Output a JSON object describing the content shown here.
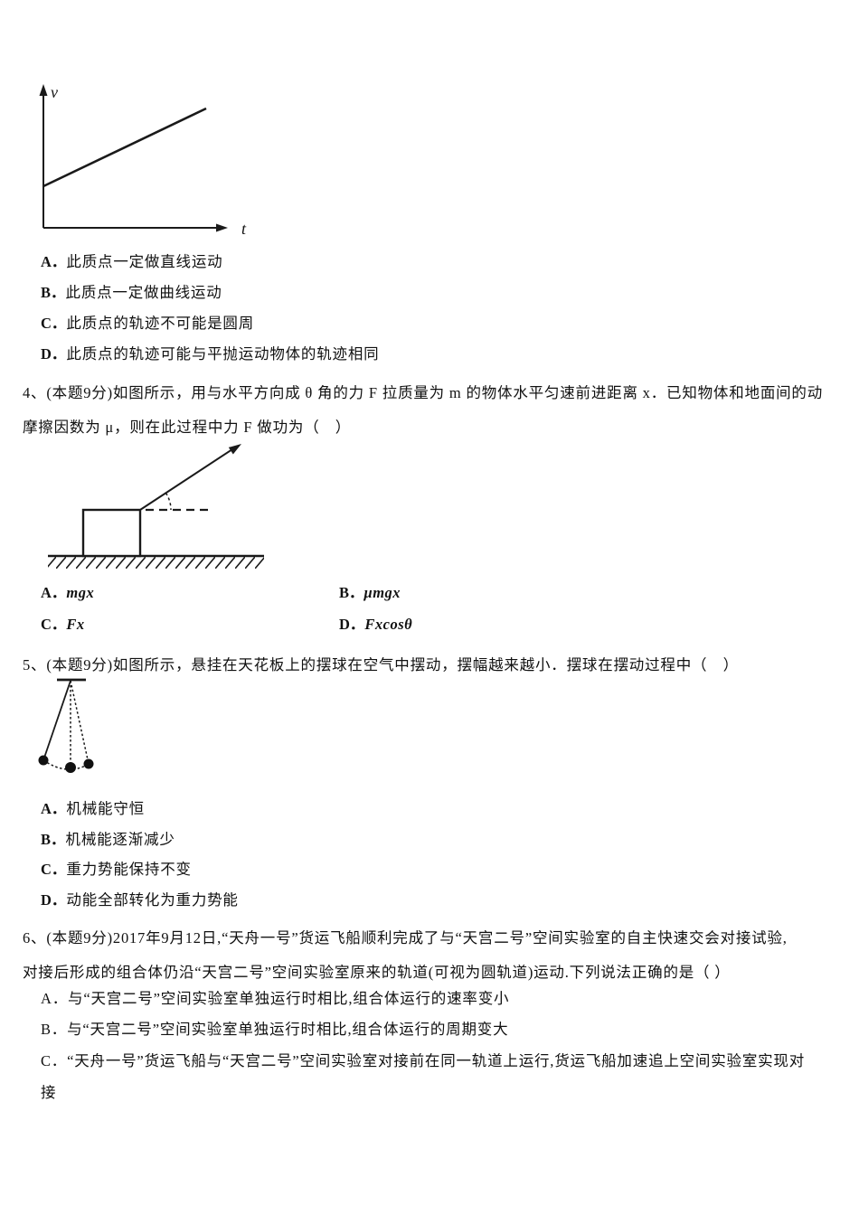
{
  "q3": {
    "figure": {
      "type": "line-graph",
      "y_axis_label": "v",
      "x_axis_label": "t",
      "description": "velocity-time graph: straight line starting above origin, rising linearly"
    },
    "options": [
      {
        "label": "A．",
        "text": "此质点一定做直线运动"
      },
      {
        "label": "B．",
        "text": "此质点一定做曲线运动"
      },
      {
        "label": "C．",
        "text": "此质点的轨迹不可能是圆周"
      },
      {
        "label": "D．",
        "text": "此质点的轨迹可能与平抛运动物体的轨迹相同"
      }
    ]
  },
  "q4": {
    "line1": "4、(本题9分)如图所示，用与水平方向成 θ 角的力 F 拉质量为 m 的物体水平匀速前进距离 x．已知物体和地面间的动",
    "line2": "摩擦因数为 μ，则在此过程中力 F 做功为（　）",
    "options": [
      {
        "label": "A．",
        "formula": "mgx"
      },
      {
        "label": "B．",
        "formula": "μmgx"
      },
      {
        "label": "C．",
        "formula": "Fx"
      },
      {
        "label": "D．",
        "formula": "Fxcosθ"
      }
    ]
  },
  "q5": {
    "line1": "5、(本题9分)如图所示，悬挂在天花板上的摆球在空气中摆动，摆幅越来越小．摆球在摆动过程中（　）",
    "options": [
      {
        "label": "A．",
        "text": "机械能守恒"
      },
      {
        "label": "B．",
        "text": "机械能逐渐减少"
      },
      {
        "label": "C．",
        "text": "重力势能保持不变"
      },
      {
        "label": "D．",
        "text": "动能全部转化为重力势能"
      }
    ]
  },
  "q6": {
    "line1": "6、(本题9分)2017年9月12日,“天舟一号”货运飞船顺利完成了与“天宫二号”空间实验室的自主快速交会对接试验,",
    "line2": "对接后形成的组合体仍沿“天宫二号”空间实验室原来的轨道(可视为圆轨道)运动.下列说法正确的是（ ）",
    "options": [
      {
        "label": "A．",
        "text": "与“天宫二号”空间实验室单独运行时相比,组合体运行的速率变小"
      },
      {
        "label": "B．",
        "text": "与“天宫二号”空间实验室单独运行时相比,组合体运行的周期变大"
      },
      {
        "label": "C．",
        "line1": "“天舟一号”货运飞船与“天宫二号”空间实验室对接前在同一轨道上运行,货运飞船加速追上空间实验室实现对",
        "line2": "接"
      }
    ]
  }
}
